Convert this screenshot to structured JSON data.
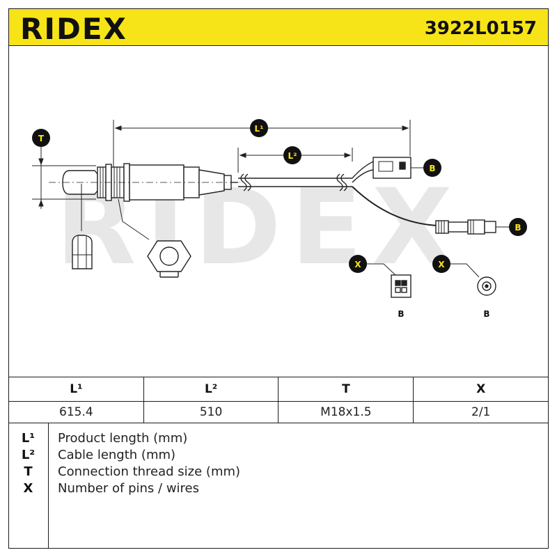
{
  "header": {
    "brand": "RIDEX",
    "part_number": "3922L0157"
  },
  "diagram": {
    "callout_L1": "L¹",
    "callout_L2": "L²",
    "callout_T": "T",
    "callout_B": "B",
    "callout_X": "X",
    "connector_label_1": "B",
    "connector_label_2": "B",
    "watermark": "RIDEX"
  },
  "specs": {
    "headers": [
      "L¹",
      "L²",
      "T",
      "X"
    ],
    "values": [
      "615.4",
      "510",
      "M18x1.5",
      "2/1"
    ]
  },
  "legend": [
    {
      "key": "L¹",
      "text": "Product length (mm)"
    },
    {
      "key": "L²",
      "text": "Cable length (mm)"
    },
    {
      "key": "T",
      "text": "Connection thread size (mm)"
    },
    {
      "key": "X",
      "text": "Number of pins / wires"
    }
  ],
  "colors": {
    "header_bg": "#f7e418",
    "badge_bg": "#111111",
    "badge_text": "#f7e418",
    "watermark": "#e3e3e3"
  }
}
